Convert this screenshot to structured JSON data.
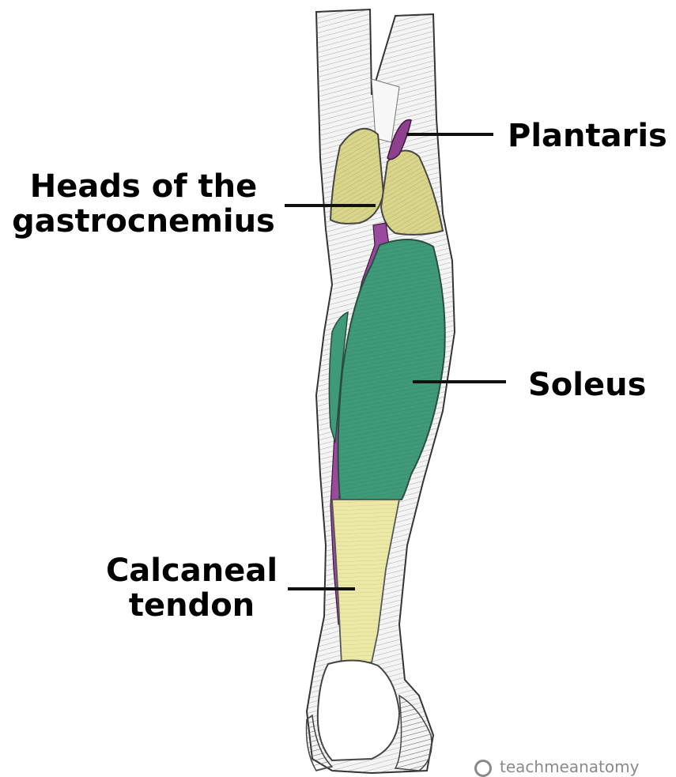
{
  "labels": {
    "plantaris": "Plantaris",
    "gastrocnemius_line1": "Heads of the",
    "gastrocnemius_line2": "gastrocnemius",
    "soleus": "Soleus",
    "calcaneal_line1": "Calcaneal",
    "calcaneal_line2": "tendon"
  },
  "watermark": {
    "text": "teachmeanatomy"
  },
  "colors": {
    "gastrocnemius": "#d9d58a",
    "plantaris": "#8e3f8e",
    "soleus": "#3f9a79",
    "calcaneal_tendon": "#ece9a6",
    "illustration_line": "#4a4a4a",
    "background": "#ffffff"
  }
}
